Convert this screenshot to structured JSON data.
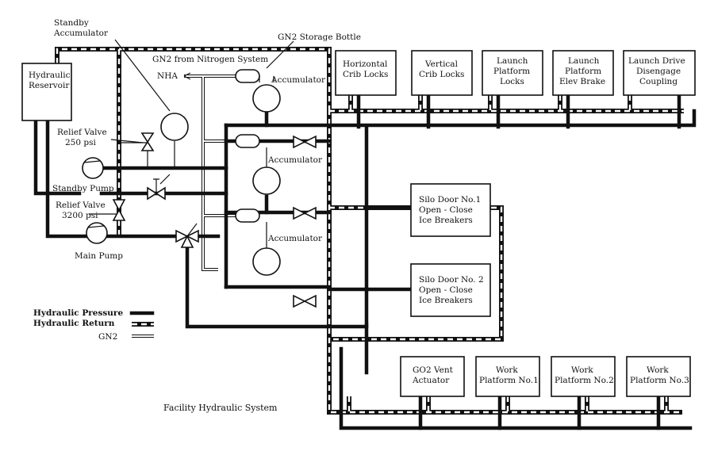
{
  "labels": {
    "standby_accumulator_1": "Standby",
    "standby_accumulator_2": "Accumulator",
    "gn2_storage_bottle": "GN2 Storage Bottle",
    "gn2_from_nitrogen": "GN2 from Nitrogen System",
    "nha": "NHA",
    "accumulator": "Accumulator",
    "hydraulic_reservoir_1": "Hydraulic",
    "hydraulic_reservoir_2": "Reservoir",
    "relief_valve_250_1": "Relief Valve",
    "relief_valve_250_2": "250 psi",
    "standby_pump": "Standby Pump",
    "relief_valve_3200_1": "Relief Valve",
    "relief_valve_3200_2": "3200 psi",
    "main_pump": "Main Pump",
    "caption": "Facility Hydraulic System"
  },
  "top_boxes": [
    {
      "line1": "Horizontal",
      "line2": "Crib Locks",
      "line3": ""
    },
    {
      "line1": "Vertical",
      "line2": "Crib Locks",
      "line3": ""
    },
    {
      "line1": "Launch",
      "line2": "Platform",
      "line3": "Locks"
    },
    {
      "line1": "Launch",
      "line2": "Platform",
      "line3": "Elev Brake"
    },
    {
      "line1": "Launch Drive",
      "line2": "Disengage",
      "line3": "Coupling"
    }
  ],
  "silo_boxes": [
    {
      "line1": "Silo Door No.1",
      "line2": "Open - Close",
      "line3": "Ice Breakers"
    },
    {
      "line1": "Silo Door No. 2",
      "line2": "Open - Close",
      "line3": "Ice Breakers"
    }
  ],
  "bottom_boxes": [
    {
      "line1": "GO2 Vent",
      "line2": "Actuator"
    },
    {
      "line1": "Work",
      "line2": "Platform No.1"
    },
    {
      "line1": "Work",
      "line2": "Platform No.2"
    },
    {
      "line1": "Work",
      "line2": "Platform No.3"
    }
  ],
  "legend": {
    "pressure": "Hydraulic Pressure",
    "return": "Hydraulic Return",
    "gn2": "GN2"
  }
}
